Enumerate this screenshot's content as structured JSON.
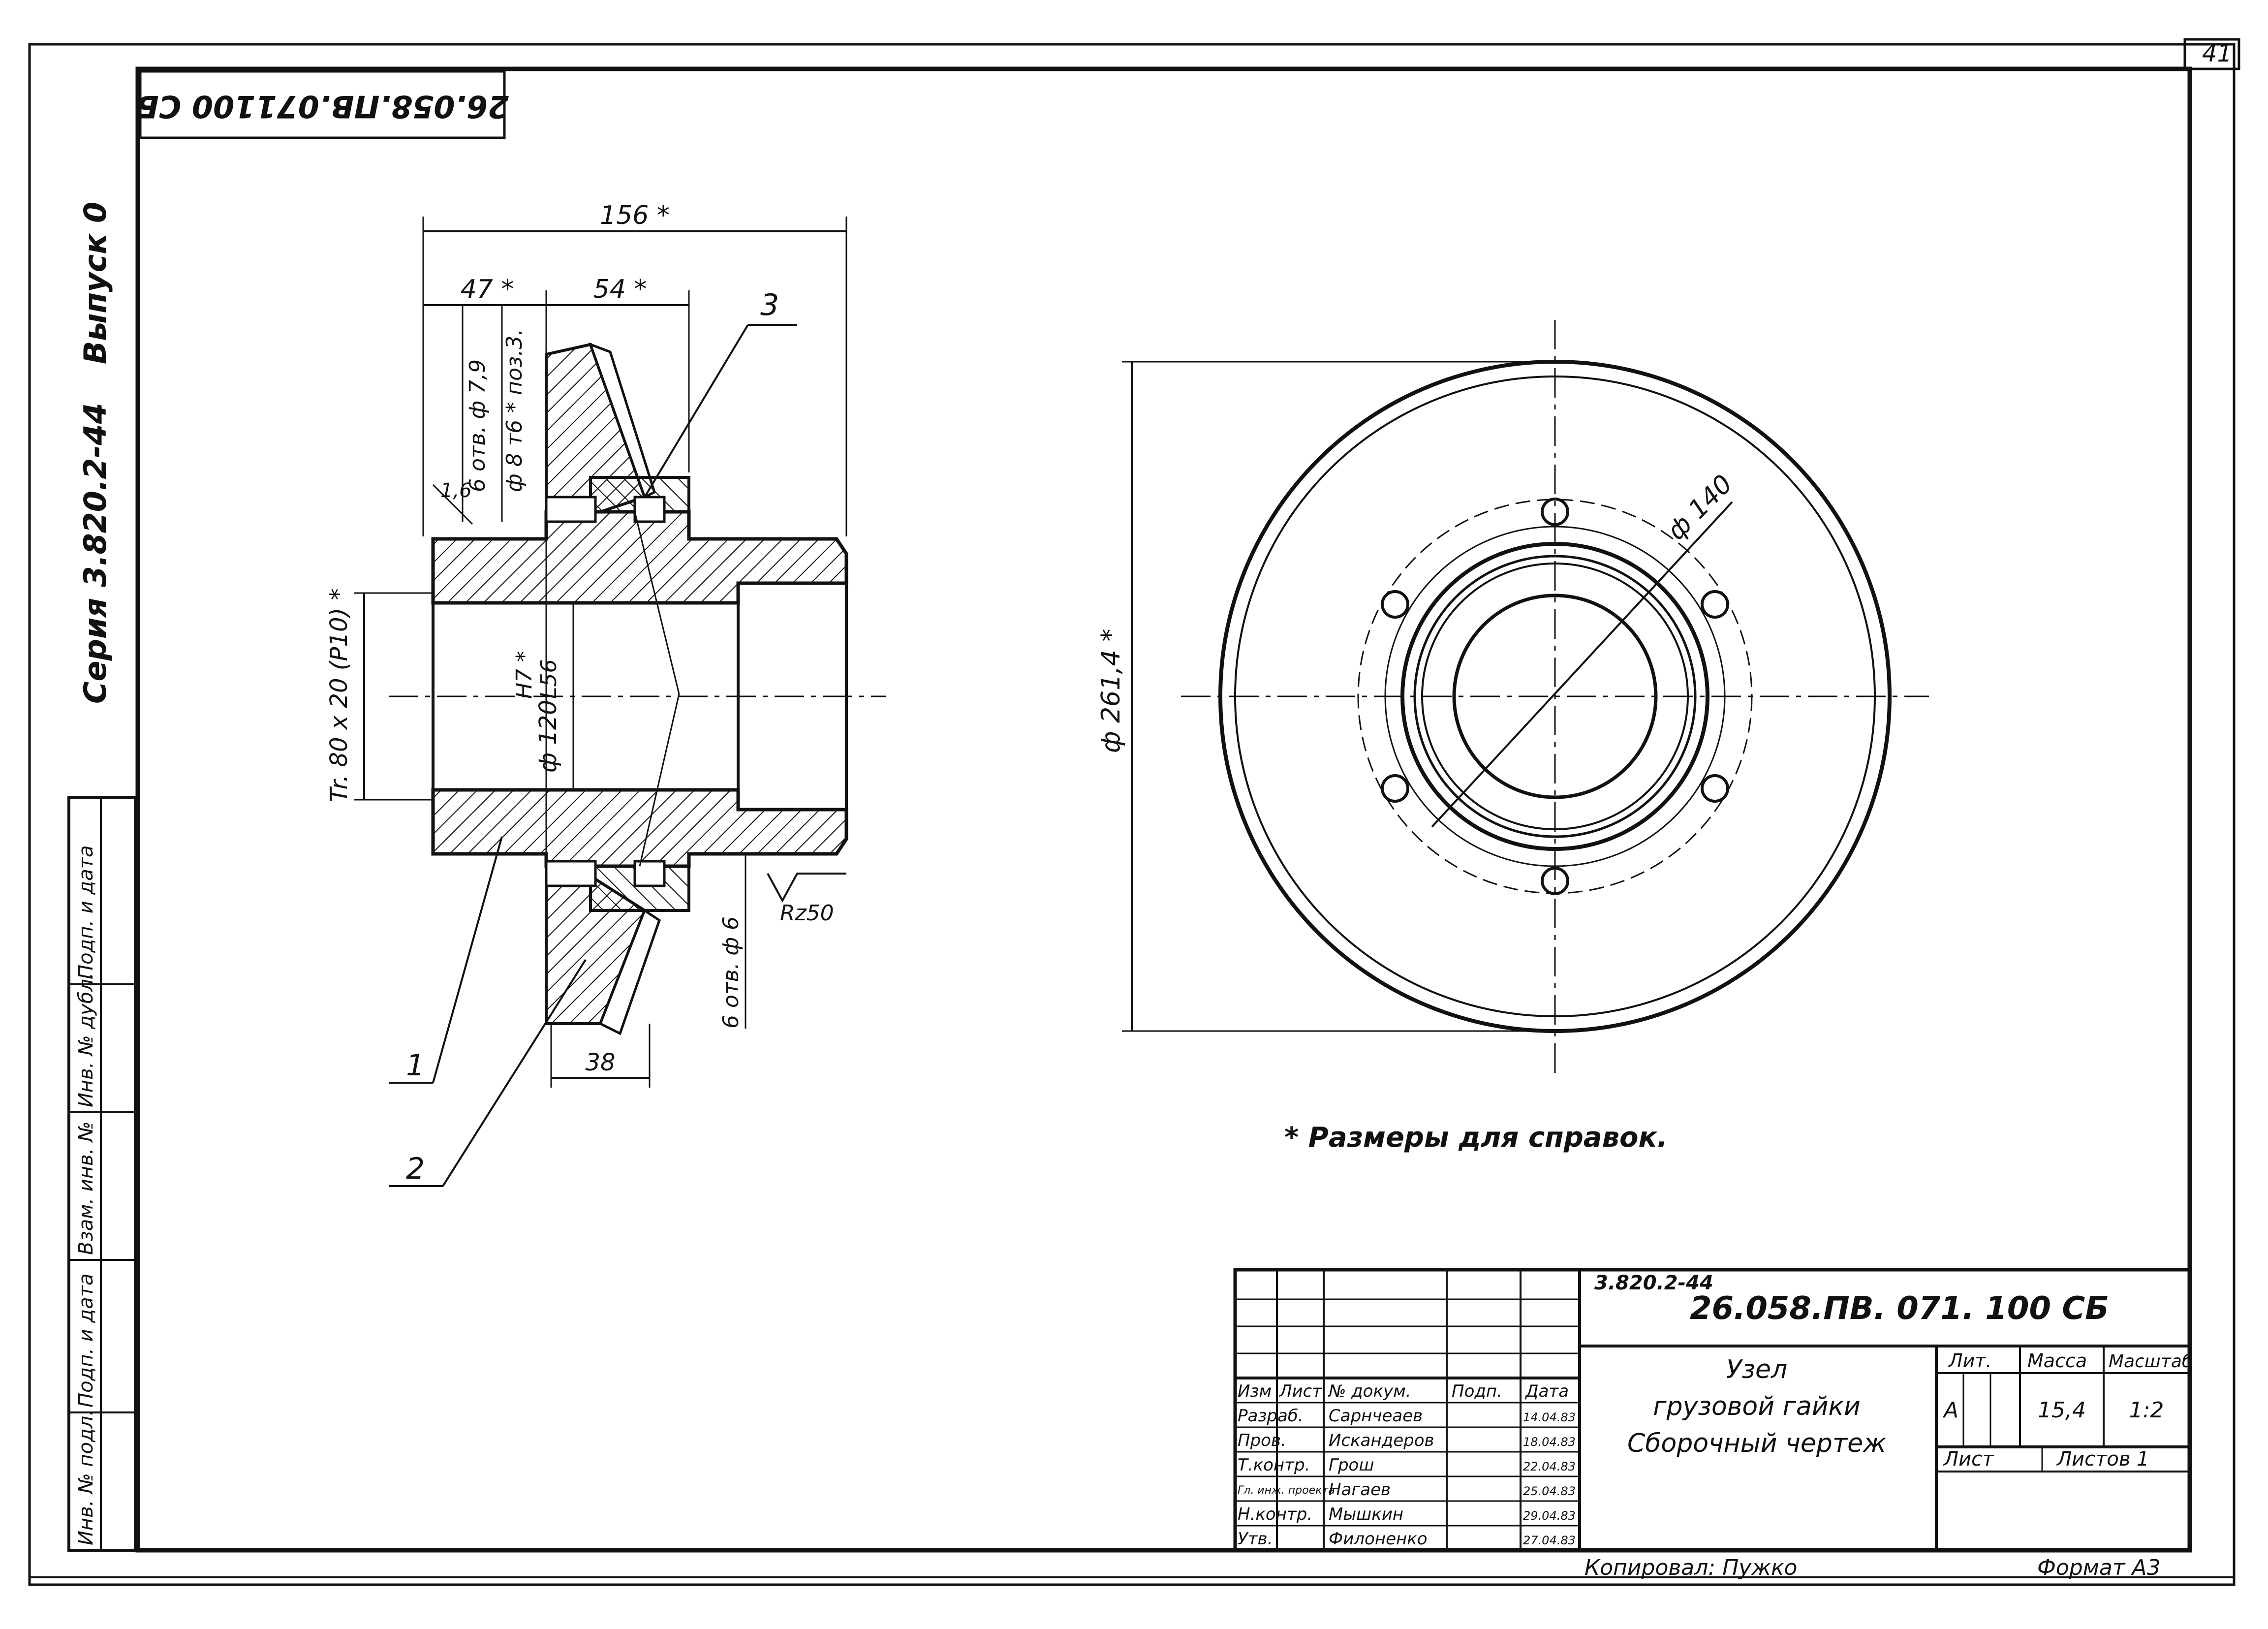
{
  "sheet_number": "41",
  "stamp_code": "26.058.ПВ.071100 СБ",
  "series": "Серия 3.820.2-44",
  "vypusk": "Выпуск 0",
  "left_strip": [
    "Инв. № подл.",
    "Подп. и дата",
    "Взам. инв. №",
    "Инв. № дубл.",
    "Подп. и дата"
  ],
  "dims": {
    "overall_width": "156 *",
    "part_a": "47 *",
    "part_b": "54 *",
    "holes_top": "6 отв. ф 7,9",
    "pin_fit": "ф 8 т6 * поз.3.",
    "chamfer": "1,6",
    "thread": "Tr. 80 x 20 (P10) *",
    "bore": "ф 120",
    "fit_num": "H7 *",
    "fit_den": "L56",
    "holes_bottom": "6 отв. ф 6",
    "roughness": "Rz50",
    "flange_width": "38",
    "outer_diameter": "ф 261,4 *",
    "bolt_circle": "ф 140"
  },
  "callouts": [
    "1",
    "2",
    "3"
  ],
  "note": "* Размеры для справок.",
  "title_block": {
    "series_ref": "3.820.2-44",
    "code": "26.058.ПВ. 071. 100 СБ",
    "title_lines": [
      "Узел",
      "грузовой гайки",
      "Сборочный чертеж"
    ],
    "col_headers": [
      "Изм",
      "Лист",
      "№ докум.",
      "Подп.",
      "Дата"
    ],
    "people": [
      {
        "role": "Разраб.",
        "name": "Сарнчеаев",
        "date": "14.04.83"
      },
      {
        "role": "Пров.",
        "name": "Искандеров",
        "date": "18.04.83"
      },
      {
        "role": "Т.контр.",
        "name": "Грош",
        "date": "22.04.83"
      },
      {
        "role": "Гл. инж. проекта",
        "name": "Нагаев",
        "date": "25.04.83"
      },
      {
        "role": "Н.контр.",
        "name": "Мышкин",
        "date": "29.04.83"
      },
      {
        "role": "Утв.",
        "name": "Филоненко",
        "date": "27.04.83"
      }
    ],
    "lit_label": "Лит.",
    "mass_label": "Масса",
    "scale_label": "Масштаб",
    "lit_value": "А",
    "mass_value": "15,4",
    "scale_value": "1:2",
    "sheet_label": "Лист",
    "sheets_label": "Листов 1"
  },
  "copied_by": "Копировал: Пужко",
  "format": "Формат А3"
}
